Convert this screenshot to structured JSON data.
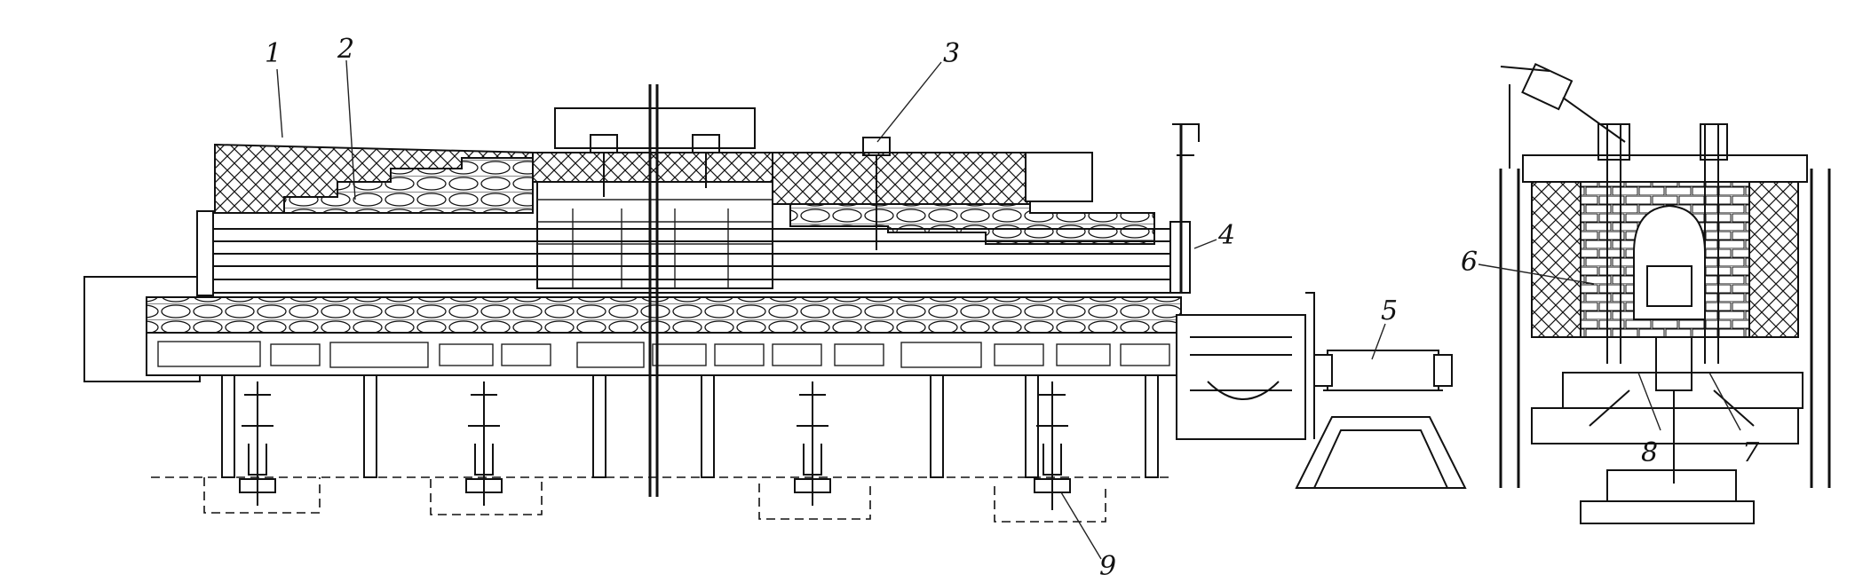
{
  "diagram": {
    "callouts": [
      {
        "id": "c1",
        "text": "1"
      },
      {
        "id": "c2",
        "text": "2"
      },
      {
        "id": "c3",
        "text": "3"
      },
      {
        "id": "c4",
        "text": "4"
      },
      {
        "id": "c5",
        "text": "5"
      },
      {
        "id": "c6",
        "text": "6"
      },
      {
        "id": "c7",
        "text": "7"
      },
      {
        "id": "c8",
        "text": "8"
      },
      {
        "id": "c9",
        "text": "9"
      }
    ],
    "colors": {
      "ink": "#111111",
      "paper": "#ffffff"
    }
  }
}
